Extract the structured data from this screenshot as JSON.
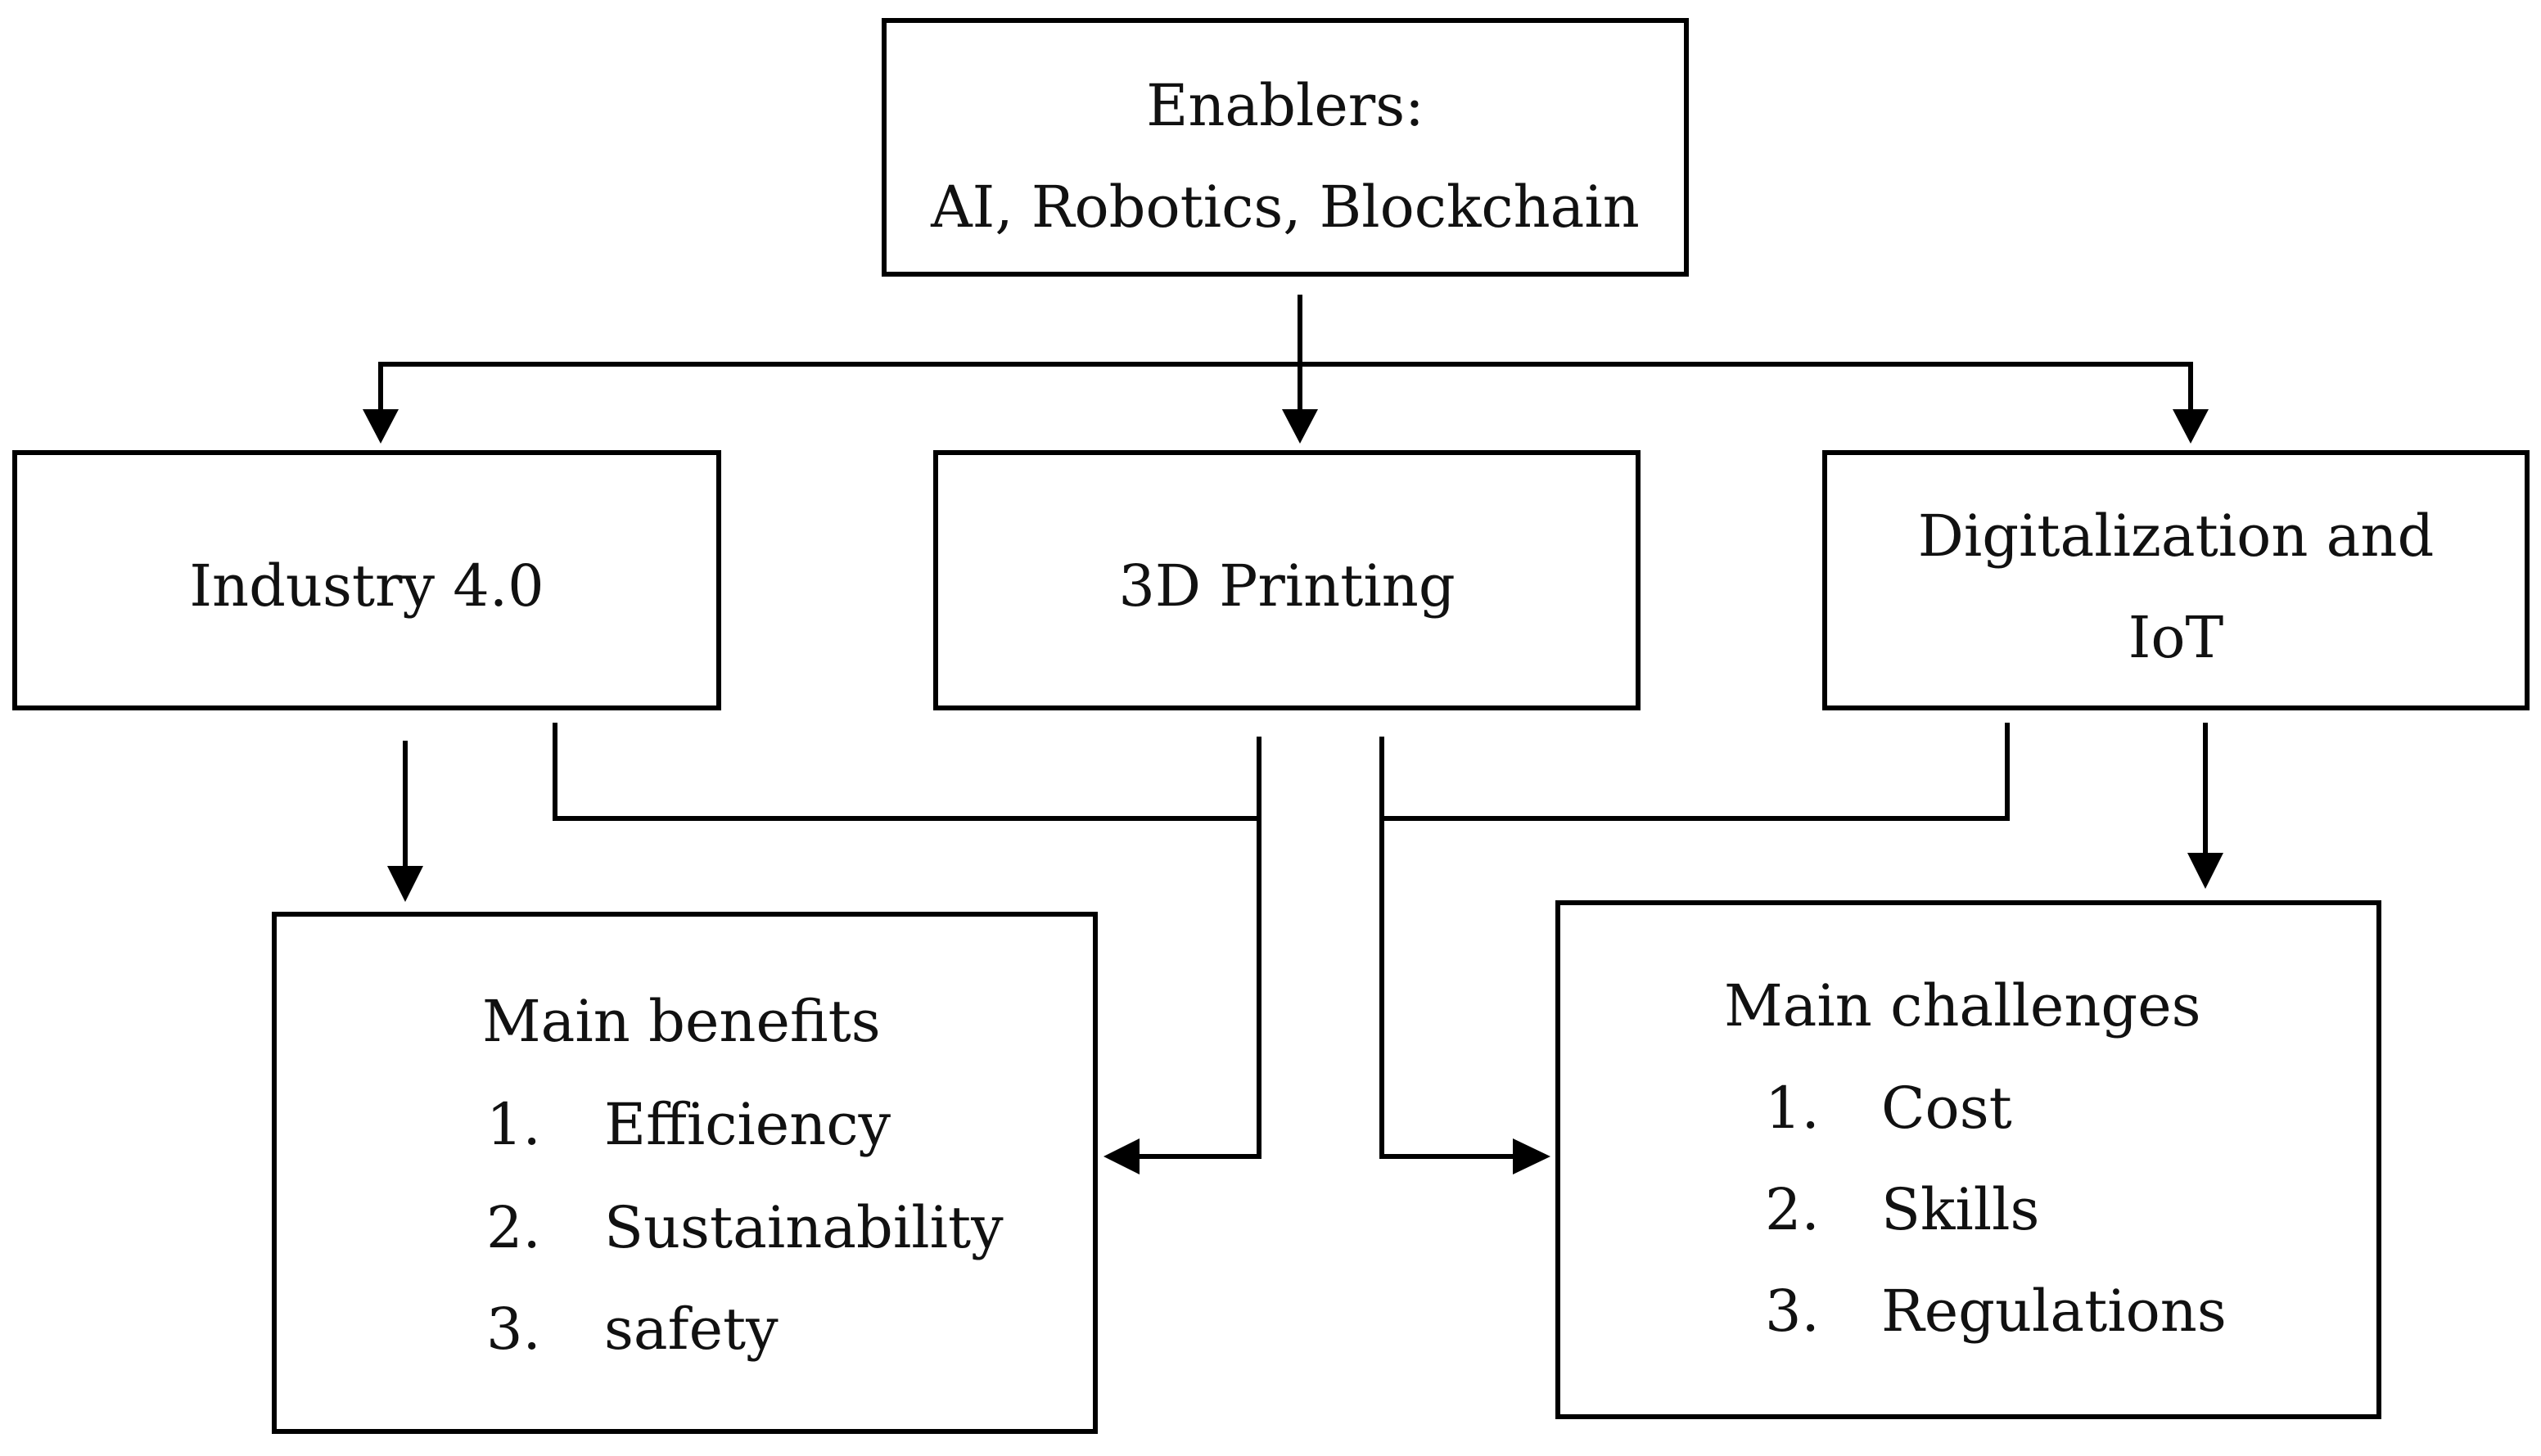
{
  "enablers": {
    "title": "Enablers:",
    "items": "AI, Robotics, Blockchain"
  },
  "technologies": [
    {
      "label": "Industry 4.0"
    },
    {
      "label": "3D Printing"
    },
    {
      "label_line1": "Digitalization and",
      "label_line2": "IoT"
    }
  ],
  "benefits": {
    "title": "Main benefits",
    "items": [
      {
        "num": "1.",
        "text": "Efficiency"
      },
      {
        "num": "2.",
        "text": "Sustainability"
      },
      {
        "num": "3.",
        "text": "safety"
      }
    ]
  },
  "challenges": {
    "title": "Main challenges",
    "items": [
      {
        "num": "1.",
        "text": "Cost"
      },
      {
        "num": "2.",
        "text": "Skills"
      },
      {
        "num": "3.",
        "text": "Regulations"
      }
    ]
  },
  "colors": {
    "stroke": "#000000",
    "background": "#ffffff",
    "text": "#111111"
  }
}
